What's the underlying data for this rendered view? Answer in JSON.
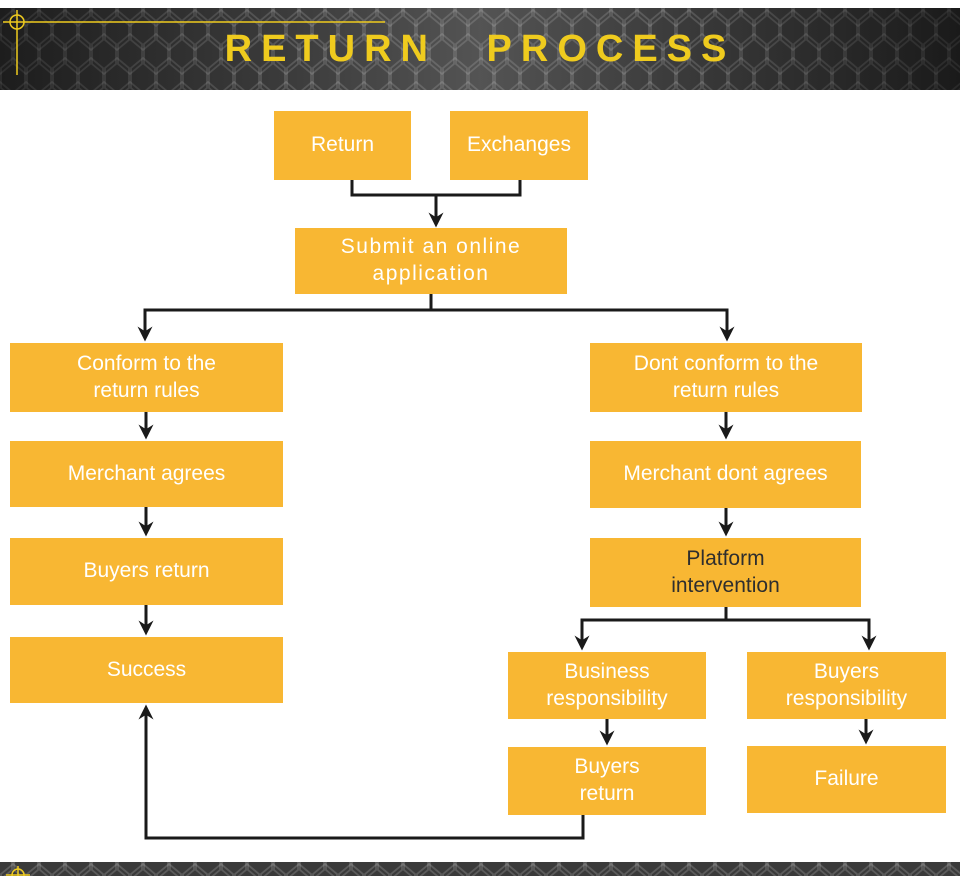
{
  "header": {
    "title": "RETURN PROCESS"
  },
  "colors": {
    "box_fill": "#F8B733",
    "box_text": "#FFFFFF",
    "platform_text": "#2E2E2E",
    "connector": "#1A1A1A",
    "title_text": "#EFCB1E",
    "banner_bg": "#3A3A3A"
  },
  "flowchart": {
    "nodes": {
      "return": "Return",
      "exchanges": "Exchanges",
      "submit": "Submit an online\napplication",
      "conform": "Conform to the\nreturn rules",
      "merchant_agrees": "Merchant agrees",
      "buyers_return_left": "Buyers return",
      "success": "Success",
      "dont_conform": "Dont conform to the\nreturn rules",
      "merchant_dont_agrees": "Merchant dont agrees",
      "platform_intervention": "Platform\nintervention",
      "business_responsibility": "Business\nresponsibility",
      "buyers_responsibility": "Buyers\nresponsibility",
      "buyers_return_right": "Buyers\nreturn",
      "failure": "Failure"
    }
  }
}
